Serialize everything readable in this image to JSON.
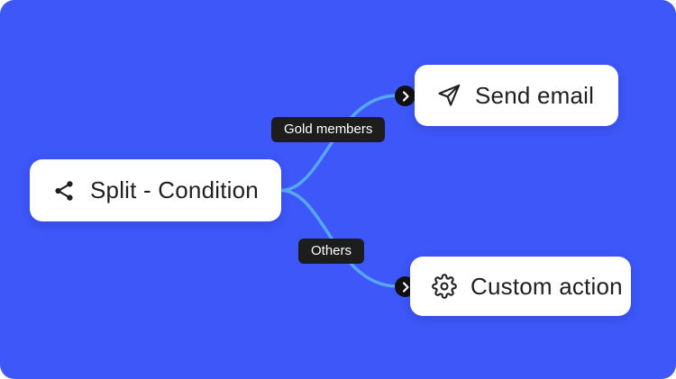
{
  "colors": {
    "background": "#3D57F8",
    "connector": "#57A7F0",
    "node_background": "#FFFFFF",
    "node_text": "#1F1F1F",
    "branch_label_background": "#1D1D1D",
    "branch_label_text": "#FFFFFF"
  },
  "nodes": {
    "split": {
      "label": "Split - Condition",
      "icon": "share-icon"
    },
    "send_email": {
      "label": "Send email",
      "icon": "send-icon"
    },
    "custom_action": {
      "label": "Custom action",
      "icon": "gear-icon"
    }
  },
  "branches": {
    "gold_members": {
      "label": "Gold members"
    },
    "others": {
      "label": "Others"
    }
  }
}
